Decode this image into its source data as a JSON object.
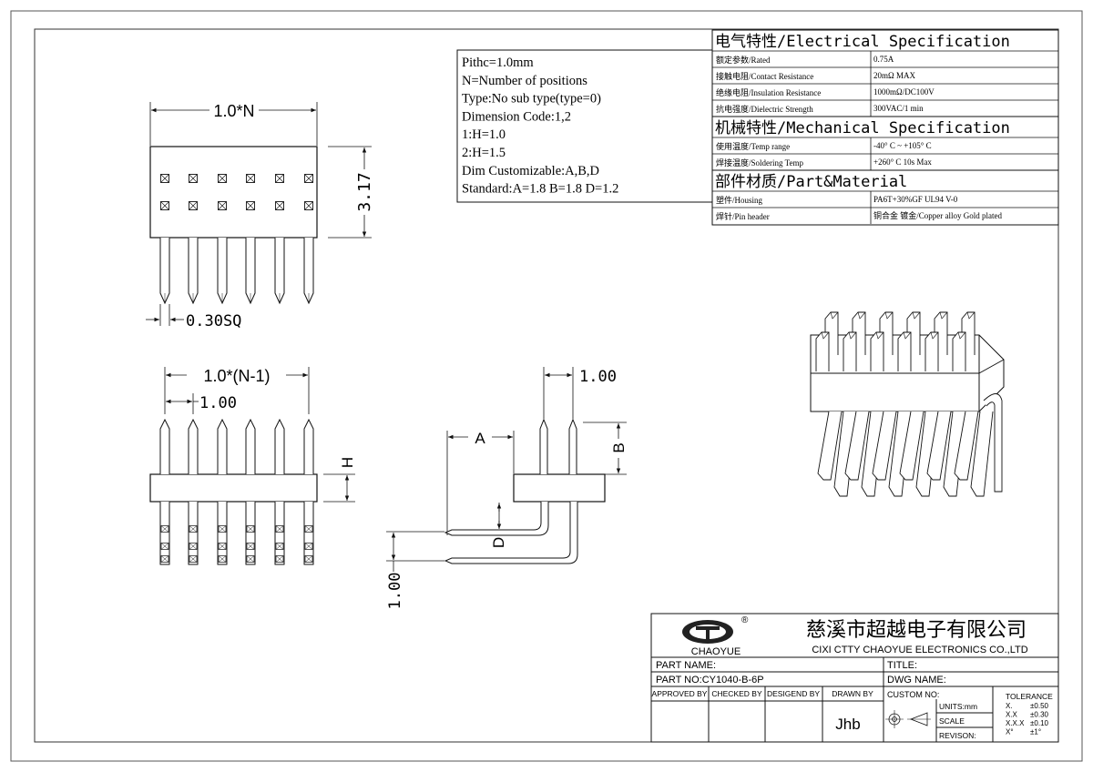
{
  "front_view": {
    "width_dim": "1.0*N",
    "height_dim": "3.17",
    "pin_dim": "0.30SQ"
  },
  "bottom_view": {
    "pitch_total_dim": "1.0*(N-1)",
    "pitch_dim": "1.00",
    "h_dim": "H"
  },
  "side_view": {
    "pitch_dim": "1.00",
    "a_dim": "A",
    "b_dim": "B",
    "d_dim": "D",
    "row_dim": "1.00"
  },
  "notes": [
    "Pithc=1.0mm",
    "N=Number of positions",
    "Type:No sub type(type=0)",
    "Dimension Code:1,2",
    "1:H=1.0",
    "2:H=1.5",
    "Dim Customizable:A,B,D",
    "Standard:A=1.8 B=1.8 D=1.2"
  ],
  "spec_table": {
    "electrical_header": "电气特性/Electrical Specification",
    "electrical_rows": [
      {
        "label": "额定参数/Rated",
        "value": "0.75A"
      },
      {
        "label": "接触电阻/Contact Resistance",
        "value": "20mΩ MAX"
      },
      {
        "label": "绝缘电阻/Insulation Resistance",
        "value": "1000mΩ/DC100V"
      },
      {
        "label": "抗电强度/Dielectric Strength",
        "value": "300VAC/1 min"
      }
    ],
    "mechanical_header": "机械特性/Mechanical Specification",
    "mechanical_rows": [
      {
        "label": "使用温度/Temp range",
        "value": "-40° C ~ +105° C"
      },
      {
        "label": "焊接温度/Soldering Temp",
        "value": "+260° C  10s Max"
      }
    ],
    "material_header": "部件材质/Part&Material",
    "material_rows": [
      {
        "label": "塑件/Housing",
        "value": "PA6T+30%GF  UL94  V-0"
      },
      {
        "label": "焊针/Pin header",
        "value": "铜合金 镀金/Copper alloy Gold plated"
      }
    ]
  },
  "title_block": {
    "logo_text": "CHAOYUE",
    "company_cn": "慈溪市超越电子有限公司",
    "company_en": "CIXI CTTY CHAOYUE ELECTRONICS CO.,LTD",
    "part_name_label": "PART NAME:",
    "title_label": "TITLE:",
    "part_no_label": "PART NO:CY1040-B-6P",
    "dwg_name_label": "DWG NAME:",
    "approved_by": "APPROVED BY",
    "checked_by": "CHECKED BY",
    "designed_by": "DESIGEND BY",
    "drawn_by": "DRAWN BY",
    "drawn_by_value": "Jhb",
    "custom_no": "CUSTOM NO:",
    "units": "UNITS:mm",
    "scale": "SCALE",
    "revision": "REVISON:",
    "tolerance_header": "TOLERANCE",
    "tolerances": [
      {
        "k": "X.",
        "v": "±0.50"
      },
      {
        "k": "X.X",
        "v": "±0.30"
      },
      {
        "k": "X.X.X",
        "v": "±0.10"
      },
      {
        "k": "X°",
        "v": "±1°"
      }
    ]
  }
}
